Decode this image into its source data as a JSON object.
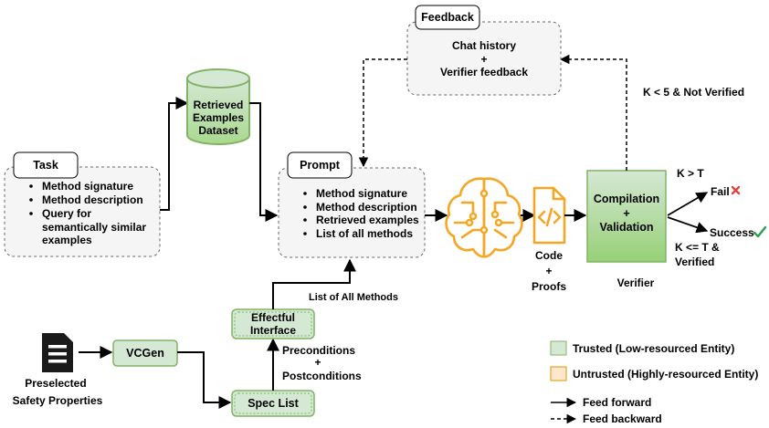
{
  "task": {
    "title": "Task",
    "bullets": [
      "Method signature",
      "Method description",
      "Query for",
      "semantically similar",
      "examples"
    ]
  },
  "dataset": {
    "lines": [
      "Retrieved",
      "Examples",
      "Dataset"
    ]
  },
  "prompt": {
    "title": "Prompt",
    "bullets": [
      "Method signature",
      "Method description",
      "Retrieved examples",
      "List of all methods"
    ]
  },
  "feedback": {
    "title": "Feedback",
    "lines": [
      "Chat history",
      "+",
      "Verifier feedback"
    ]
  },
  "condition_loop": "K < 5 & Not Verified",
  "verifier_box": {
    "lines": [
      "Compilation",
      "+",
      "Validation"
    ]
  },
  "verifier_label": "Verifier",
  "code_label": [
    "Code",
    "+",
    "Proofs"
  ],
  "outcomes": {
    "k_gt_t": "K > T",
    "fail": "Fail",
    "success": "Success",
    "k_le_t": [
      "K <= T &",
      "Verified"
    ]
  },
  "list_of_all_methods": "List of All Methods",
  "effectful_interface": [
    "Effectful",
    "Interface"
  ],
  "pre_post": [
    "Preconditions",
    "+",
    "Postconditions"
  ],
  "spec_list": "Spec List",
  "vcgen": "VCGen",
  "preselected": [
    "Preselected",
    "Safety Properties"
  ],
  "legend": {
    "trusted": "Trusted (Low-resourced Entity)",
    "untrusted": "Untrusted (Highly-resourced Entity)",
    "feed_forward": "Feed forward",
    "feed_backward": "Feed backward",
    "colors": {
      "trusted": "#d5e8d4",
      "untrusted": "#ffe6cc",
      "trusted_stroke": "#82b366",
      "untrusted_stroke": "#d79b00"
    }
  },
  "icons": [
    "brain-ai-icon",
    "code-file-icon",
    "document-icon",
    "cross-icon",
    "check-icon"
  ]
}
